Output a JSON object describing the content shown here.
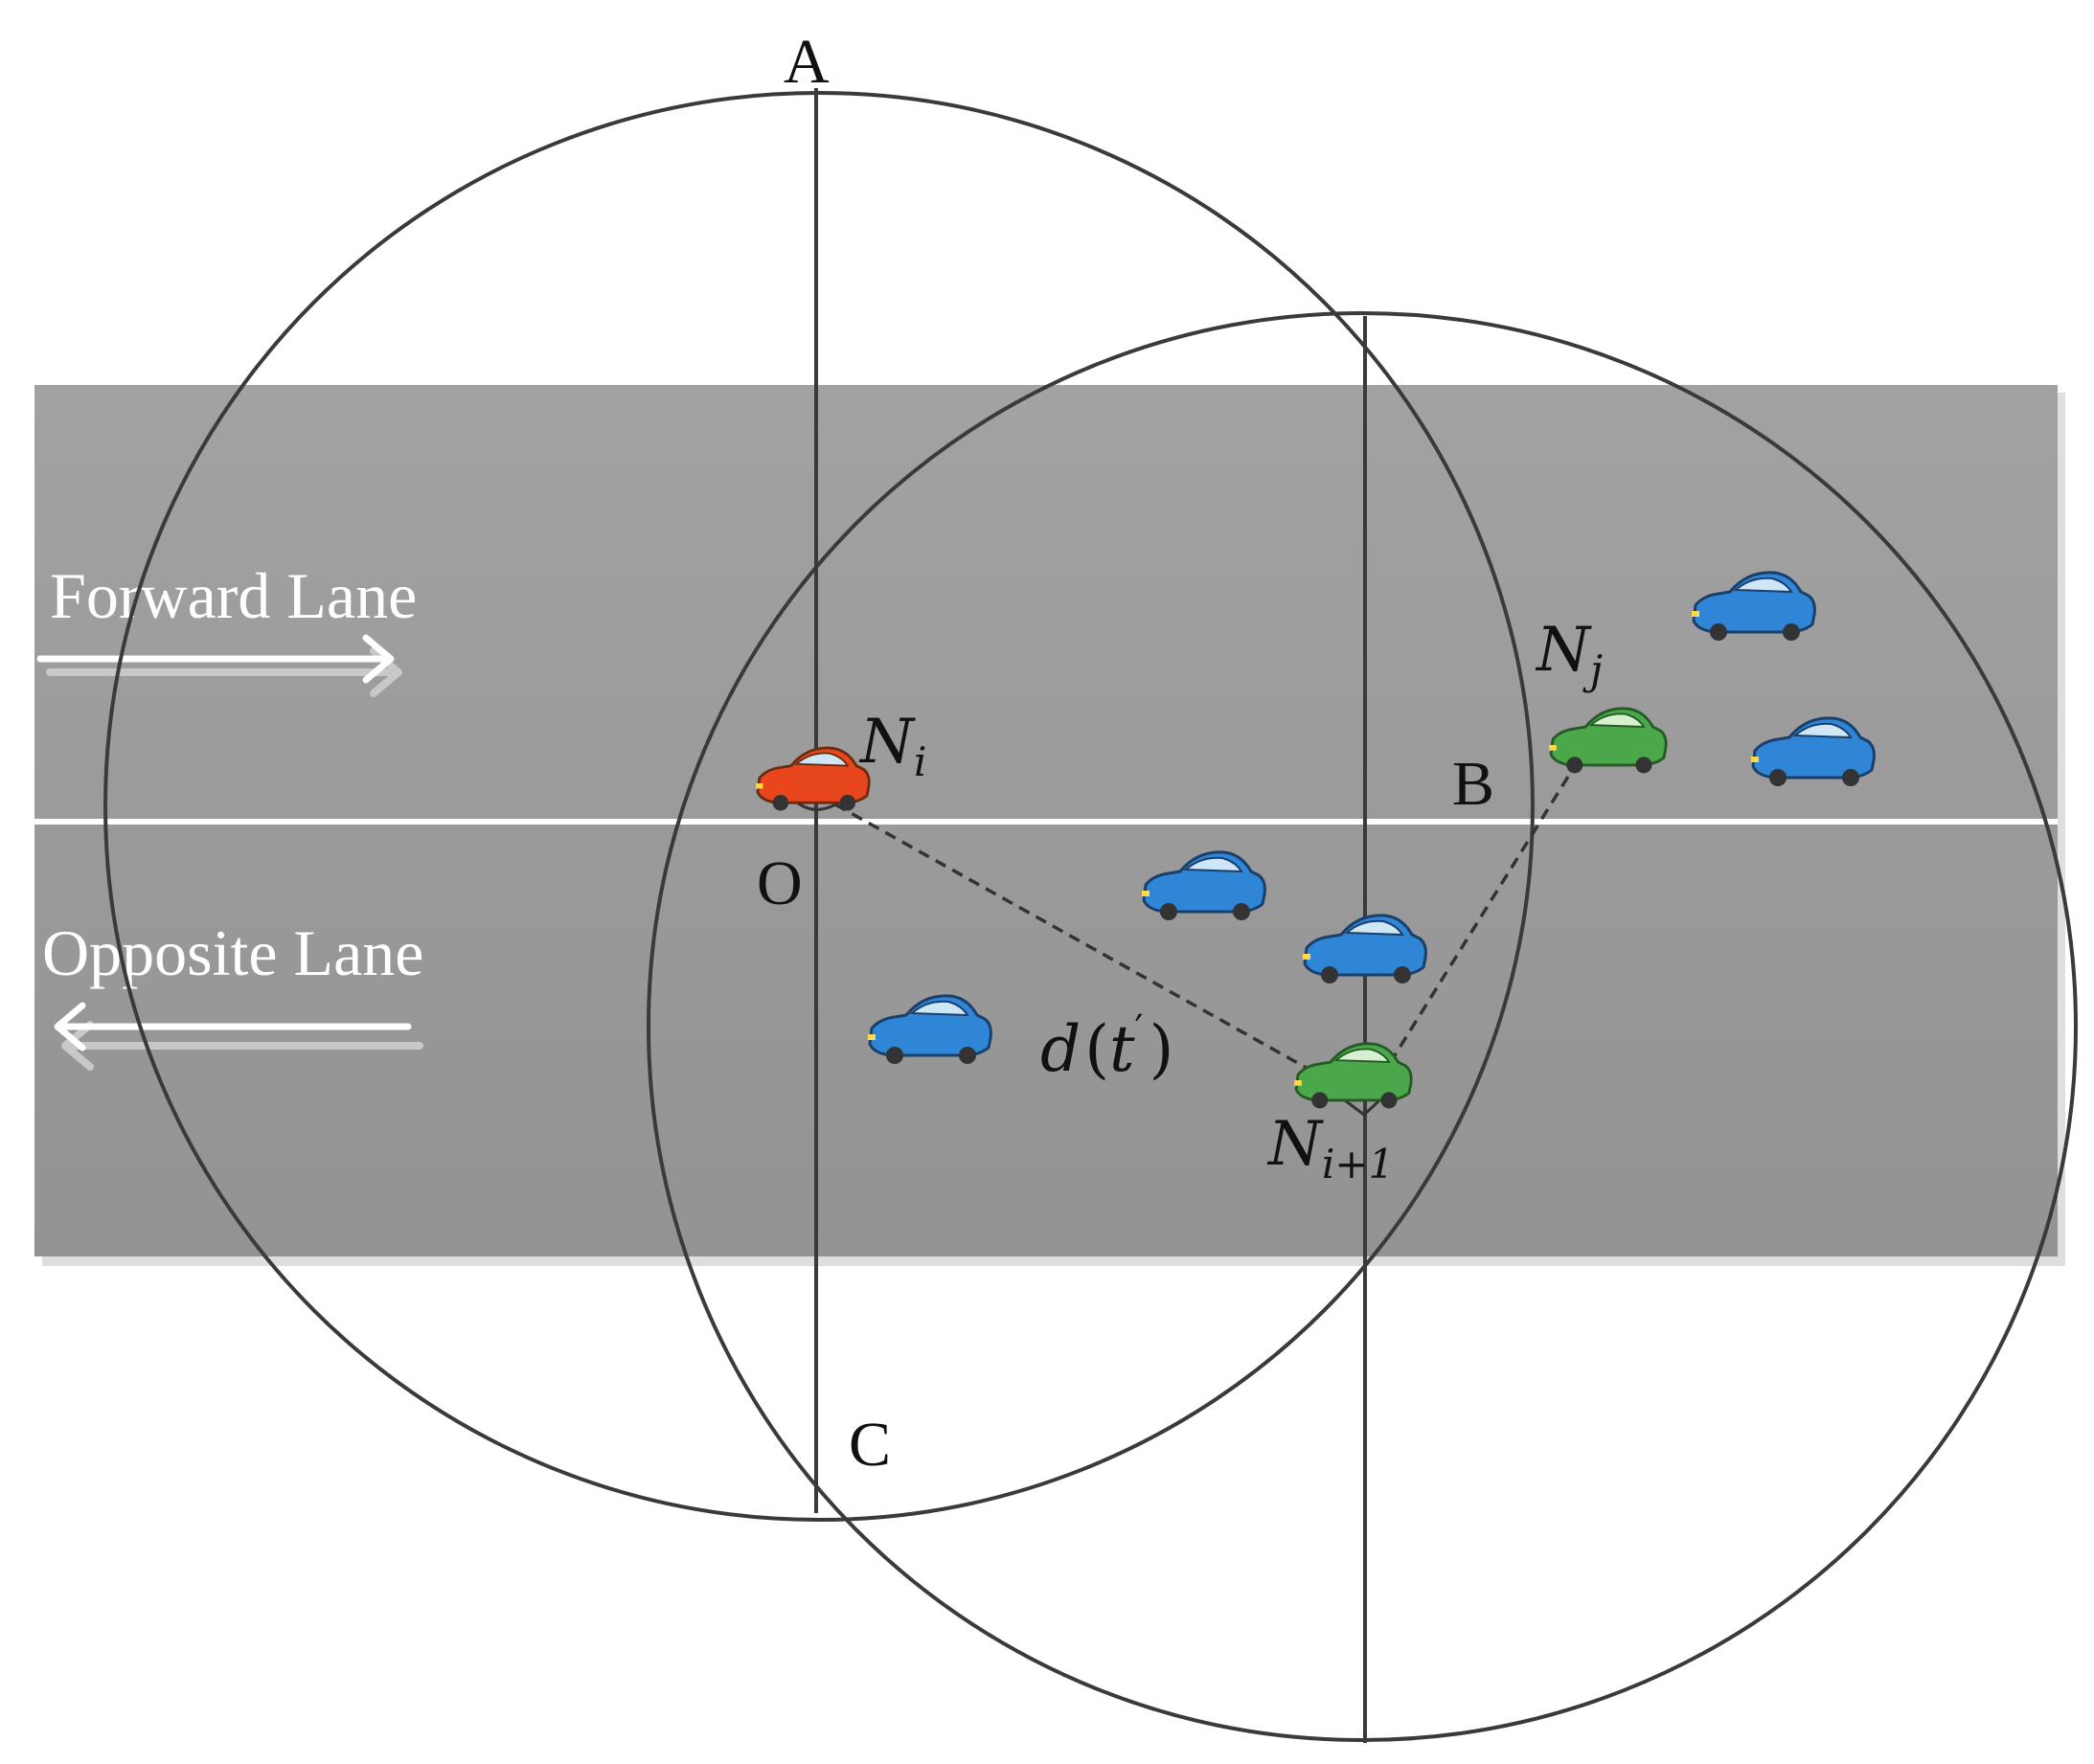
{
  "lanes": {
    "forward_label": "Forward Lane",
    "opposite_label": "Opposite Lane"
  },
  "points": {
    "A": "A",
    "B": "B",
    "C": "C",
    "O": "O"
  },
  "nodes": {
    "ni": {
      "base": "N",
      "sub": "i"
    },
    "nj": {
      "base": "N",
      "sub": "j"
    },
    "ni1": {
      "base": "N",
      "sub": "i+1"
    }
  },
  "distance_label": {
    "f": "d",
    "open": "(",
    "t": "t",
    "prime": "′",
    "close": ")"
  },
  "colors": {
    "road": "#9a9a9a",
    "road_shadow": "#e0e0e0",
    "lane_line": "#ffffff",
    "circle_stroke": "#3a3a3a",
    "car_red": "#e8461c",
    "car_green": "#4aa84a",
    "car_blue": "#2f86d6",
    "label_dark": "#111111",
    "label_light": "#ffffff"
  }
}
